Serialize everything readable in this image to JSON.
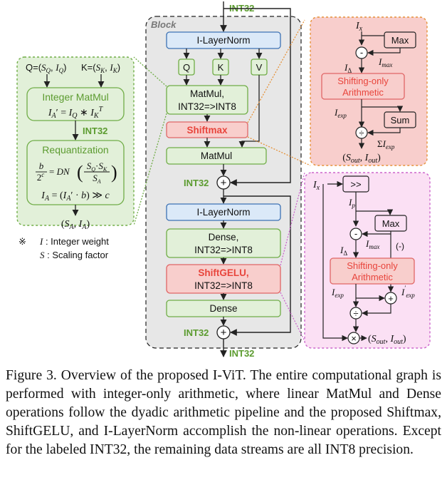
{
  "block": {
    "label": "Block",
    "int32_top": "INT32",
    "int32_mid": "INT32",
    "int32_low": "INT32",
    "int32_bottom": "INT32",
    "layernorm1": "I-LayerNorm",
    "q": "Q",
    "k": "K",
    "v": "V",
    "matmul1_l1": "MatMul,",
    "matmul1_l2": "INT32=>INT8",
    "shiftmax": "Shiftmax",
    "matmul2": "MatMul",
    "layernorm2": "I-LayerNorm",
    "dense1_l1": "Dense,",
    "dense1_l2": "INT32=>INT8",
    "shiftgelu_l1": "ShiftGELU,",
    "shiftgelu_l2": "INT32=>INT8",
    "dense2": "Dense",
    "plus": "+"
  },
  "left_panel": {
    "q_input": "Q=(S_Q, I_Q)",
    "k_input": "K=(S_K, I_K)",
    "int_matmul_title": "Integer MatMul",
    "int_matmul_eq": "I_A' = I_Q * I_K^T",
    "int32": "INT32",
    "requant_title": "Requantization",
    "requant_eq1": "b/2^c = DN(S_Q·S_K / S_A)",
    "requant_eq2": "I_A = (I_A' · b) ≫ c",
    "output": "(S_A, I_A)",
    "note_symbol": "※",
    "note1": "I : Integer weight",
    "note2": "S : Scaling factor"
  },
  "shiftmax_panel": {
    "ix": "I_x",
    "max": "Max",
    "imax": "I_max",
    "idelta": "I_Δ",
    "minus": "-",
    "shift_l1": "Shifting-only",
    "shift_l2": "Arithmetic",
    "iexp": "I_exp",
    "sum": "Sum",
    "sigma_iexp": "ΣI_exp",
    "div": "÷",
    "output": "(S_out, I_out)"
  },
  "shiftgelu_panel": {
    "ix": "I_x",
    "shift_op": ">>",
    "ip": "I_p",
    "max": "Max",
    "imax": "I_max",
    "neg": "(-)",
    "idelta": "I_Δ",
    "minus": "-",
    "shift_l1": "Shifting-only",
    "shift_l2": "Arithmetic",
    "iexp": "I_exp",
    "iexp_prime": "I'_exp",
    "plus": "+",
    "div": "÷",
    "mult": "×",
    "output": "(S_out, I_out)"
  },
  "caption": "Figure 3. Overview of the proposed I-ViT. The entire computational graph is performed with integer-only arithmetic, where linear MatMul and Dense operations follow the dyadic arithmetic pipeline and the proposed Shiftmax, ShiftGELU, and I-LayerNorm accomplish the non-linear operations. Except for the labeled INT32, the remaining data streams are all INT8 precision.",
  "colors": {
    "blue_fill": "#dbe9f8",
    "blue_stroke": "#3d72b4",
    "green_fill": "#e2f0d9",
    "green_stroke": "#70ad47",
    "green_text": "#5b9b2f",
    "red_fill": "#f8cecc",
    "red_stroke": "#e06666",
    "red_text": "#e8453c",
    "orange_stroke": "#e69138",
    "pink_fill": "#fbe0f4",
    "pink_stroke": "#cc66cc",
    "block_fill": "#e7e7e7"
  }
}
